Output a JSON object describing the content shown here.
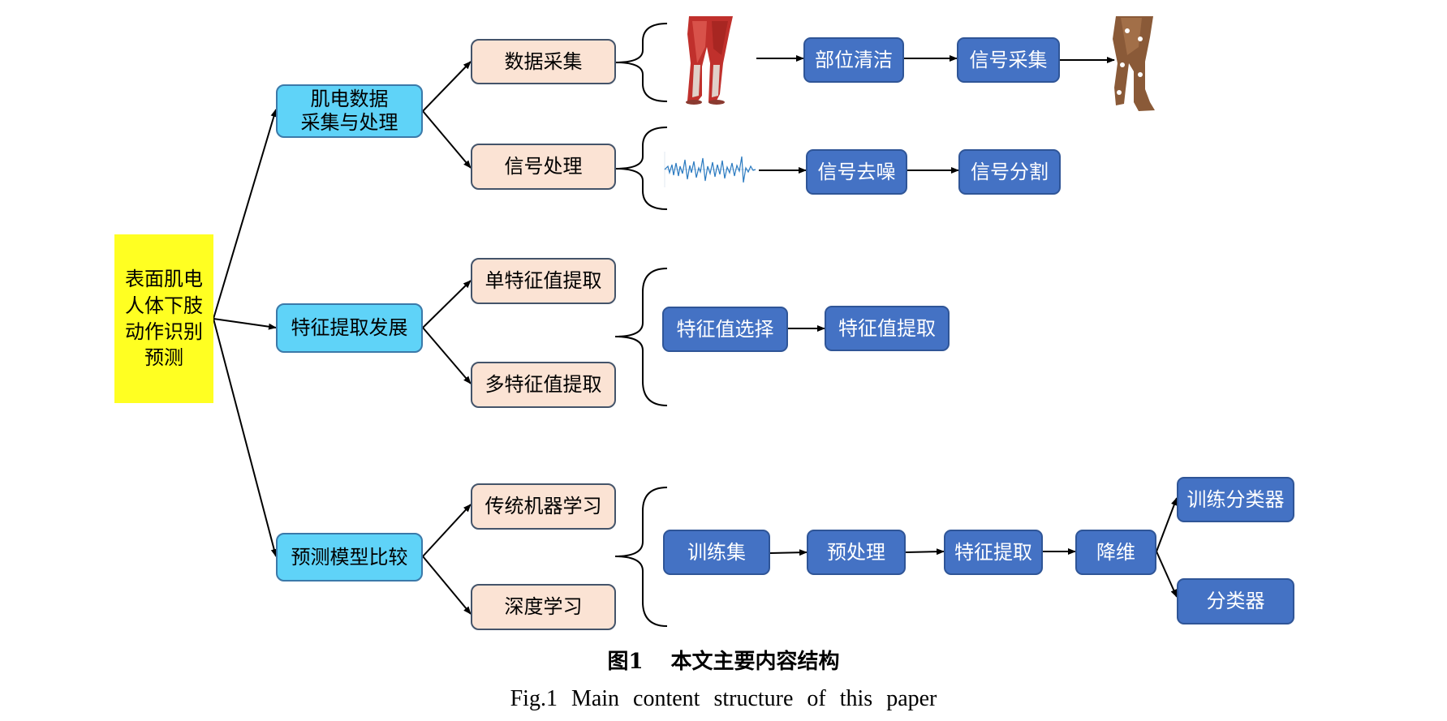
{
  "root": {
    "label": "表面肌电人体下肢动作识别预测"
  },
  "level1": [
    {
      "label_line1": "肌电数据",
      "label_line2": "采集与处理"
    },
    {
      "label": "特征提取发展"
    },
    {
      "label": "预测模型比较"
    }
  ],
  "level2": {
    "data_collection": "数据采集",
    "signal_processing": "信号处理",
    "single_feature": "单特征值提取",
    "multi_feature": "多特征值提取",
    "traditional_ml": "传统机器学习",
    "deep_learning": "深度学习"
  },
  "flows": {
    "collection": [
      "部位清洁",
      "信号采集"
    ],
    "processing": [
      "信号去噪",
      "信号分割"
    ],
    "feature": [
      "特征值选择",
      "特征值提取"
    ],
    "model": [
      "训练集",
      "预处理",
      "特征提取",
      "降维"
    ],
    "model_outputs": [
      "训练分类器",
      "分类器"
    ]
  },
  "caption": {
    "cn_figure": "图1",
    "cn_title": "本文主要内容结构",
    "en": "Fig.1   Main content structure of this paper"
  },
  "colors": {
    "root_fill": "#ffff22",
    "level1_fill": "#5fd3f8",
    "level2_fill": "#fbe3d4",
    "level3_fill": "#4472c4"
  },
  "images": [
    "leg-muscle-anatomy-image",
    "emg-signal-waveform-image",
    "leg-with-electrodes-image"
  ]
}
